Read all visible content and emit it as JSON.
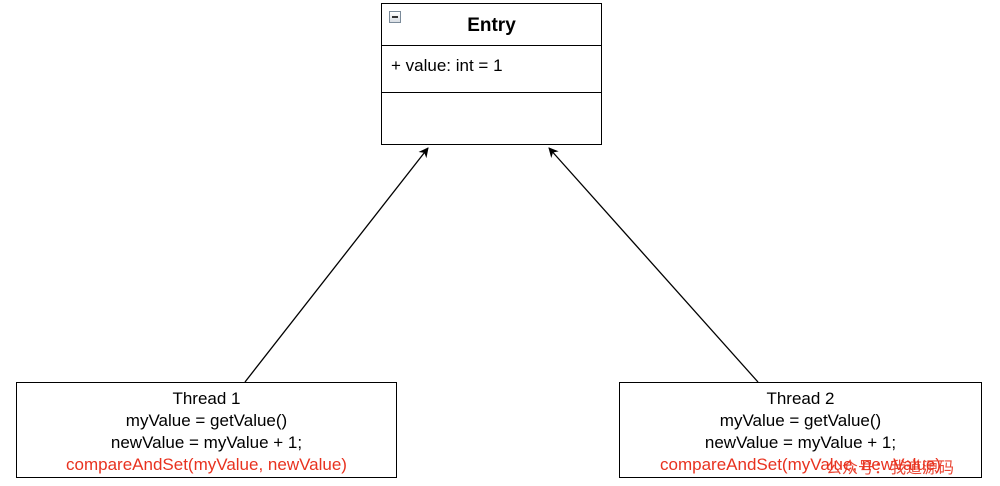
{
  "entry_class": {
    "name": "Entry",
    "attribute": "+ value: int = 1"
  },
  "threads": [
    {
      "title": "Thread 1",
      "line1": "myValue = getValue()",
      "line2": "newValue = myValue + 1;",
      "cas": "compareAndSet(myValue, newValue)"
    },
    {
      "title": "Thread 2",
      "line1": "myValue = getValue()",
      "line2": "newValue = myValue + 1;",
      "cas": "compareAndSet(myValue, newValue)"
    }
  ],
  "watermark": "公众号：我道源码",
  "colors": {
    "highlight": "#e8321f",
    "stroke": "#000000"
  }
}
